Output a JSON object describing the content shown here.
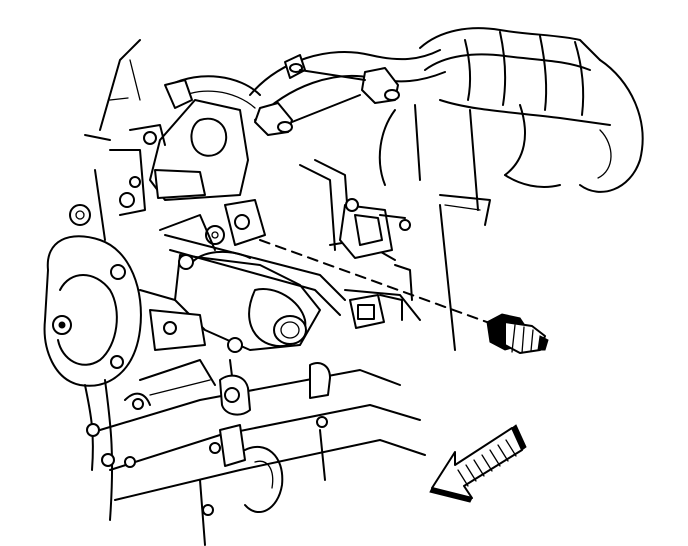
{
  "figure": {
    "kind": "engine-component-line-drawing",
    "background": "#ffffff",
    "ink": "#000000",
    "front_arrow": "front-direction-arrow",
    "callout": "dashed-install-leader-line"
  }
}
